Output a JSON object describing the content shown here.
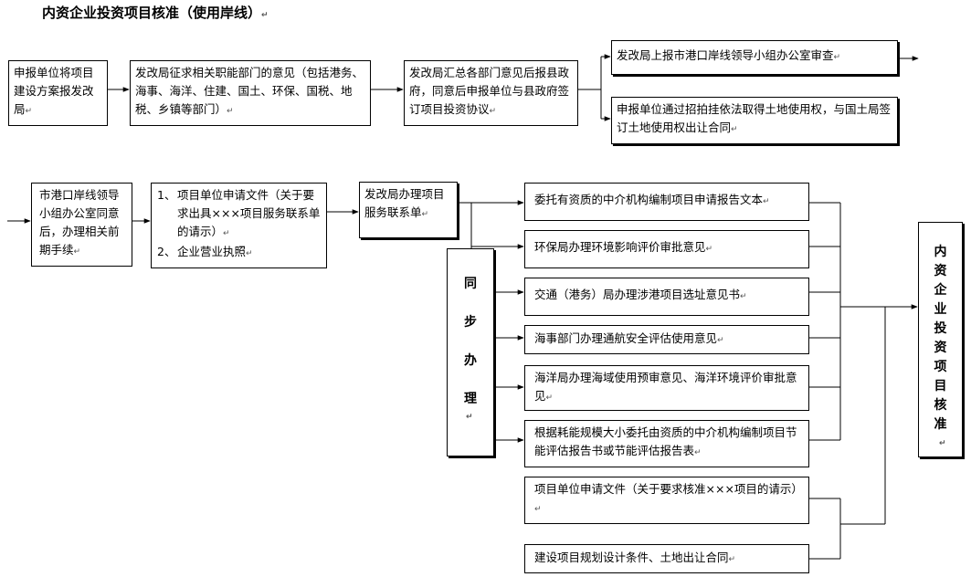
{
  "title": "内资企业投资项目核准（使用岸线）",
  "return_mark": "↵",
  "row1": {
    "step1": "申报单位将项目建设方案报发改局",
    "step2": "发改局征求相关职能部门的意见（包括港务、海事、海洋、住建、国土、环保、国税、地税、乡镇等部门）",
    "step3": "发改局汇总各部门意见后报县政府，同意后申报单位与县政府签订项目投资协议",
    "step4a": "发改局上报市港口岸线领导小组办公室审查",
    "step4b": "申报单位通过招拍挂依法取得土地使用权，与国土局签订土地使用权出让合同"
  },
  "row2": {
    "step5": "市港口岸线领导小组办公室同意后，办理相关前期手续",
    "step6": [
      {
        "num": "1、",
        "text": "项目单位申请文件（关于要求出具×××项目服务联系单的请示）"
      },
      {
        "num": "2、",
        "text": "企业营业执照"
      }
    ],
    "step7": "发改局办理项目服务联系单",
    "sync": [
      "同",
      "步",
      "办",
      "理"
    ]
  },
  "parallel": [
    "委托有资质的中介机构编制项目申请报告文本",
    "环保局办理环境影响评价审批意见",
    "交通（港务）局办理涉港项目选址意见书",
    "海事部门办理通航安全评估使用意见",
    "海洋局办理海域使用预审意见、海洋环境评价审批意见",
    "根据耗能规模大小委托由资质的中介机构编制项目节能评估报告书或节能评估报告表"
  ],
  "extra": [
    "项目单位申请文件（关于要求核准×××项目的请示）",
    "建设项目规划设计条件、土地出让合同"
  ],
  "final": [
    "内",
    "资",
    "企",
    "业",
    "投",
    "资",
    "项",
    "目",
    "核",
    "准"
  ]
}
